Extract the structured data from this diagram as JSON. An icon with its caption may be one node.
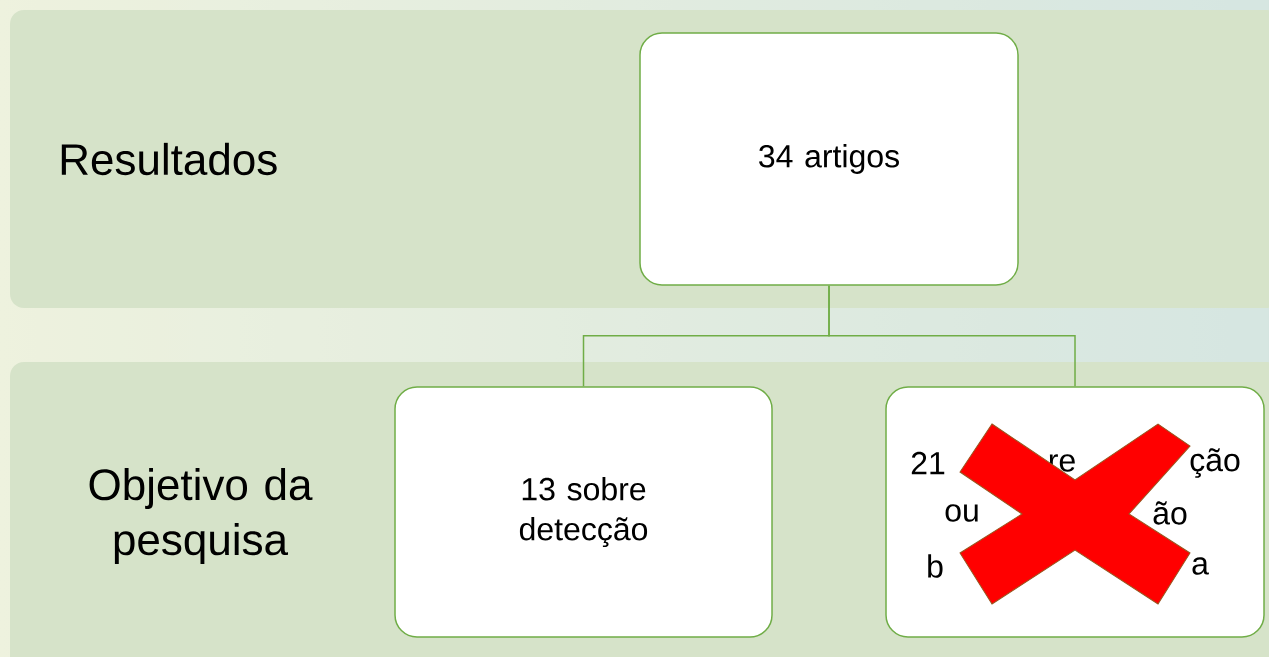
{
  "diagram": {
    "nodes": [
      {
        "text": [
          "Resultados"
        ]
      },
      {
        "text": [
          "Objetivo da pesquisa"
        ]
      },
      {
        "text": [
          "34 artigos"
        ],
        "in": 0
      },
      {
        "text": [
          "13 sobre detecção"
        ],
        "in": 1
      },
      {
        "text": [
          "21",
          "re",
          "ção",
          "ou",
          "ão",
          "b",
          "a"
        ],
        "in": 1
      }
    ],
    "edges": [
      {
        "from": 2,
        "to": 3,
        "arrow": "none"
      },
      {
        "from": 2,
        "to": 4,
        "arrow": "none"
      }
    ]
  }
}
